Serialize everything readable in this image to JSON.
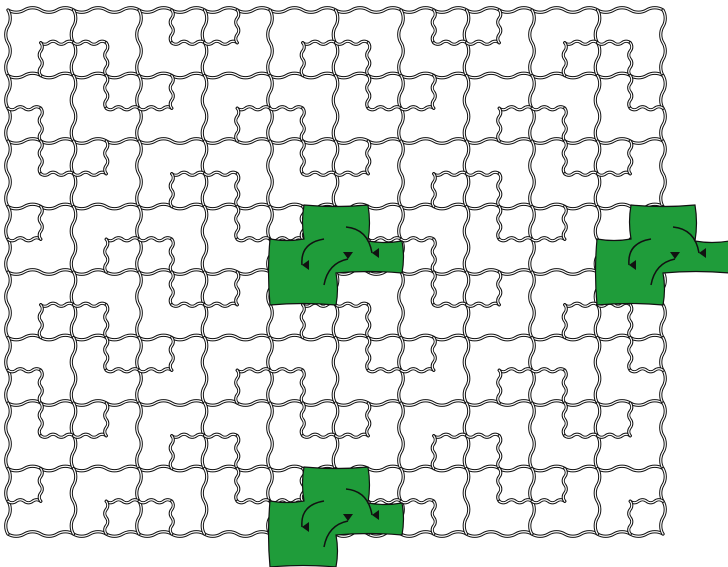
{
  "figure": {
    "description_free": true,
    "background_color": "#ffffff",
    "line_color": "#111111",
    "highlight_color": "#1f9c3a",
    "grid": {
      "columns": 10,
      "rows": 8
    },
    "highlighted_clusters": 3,
    "arrows_per_cluster": 3
  }
}
